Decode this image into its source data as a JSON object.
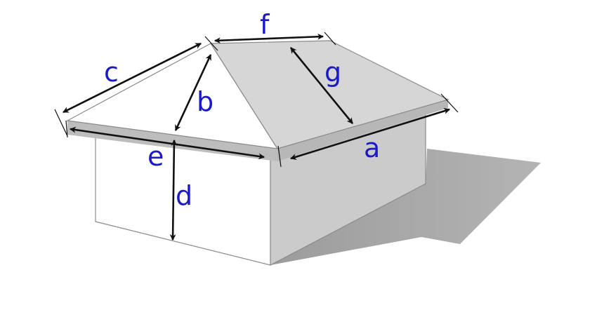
{
  "diagram": {
    "subject": "hip-roof-house",
    "colors": {
      "wall_light": "#ffffff",
      "wall_shade": "#cfcfcf",
      "roof_slope": "#d6d6d6",
      "roof_hip_front": "#ffffff",
      "fascia": "#bdbdbd",
      "shadow": "#a9a9a9",
      "label": "#1a1acc",
      "arrow": "#111111"
    },
    "labels": {
      "a": "a",
      "b": "b",
      "c": "c",
      "d": "d",
      "e": "e",
      "f": "f",
      "g": "g"
    }
  }
}
